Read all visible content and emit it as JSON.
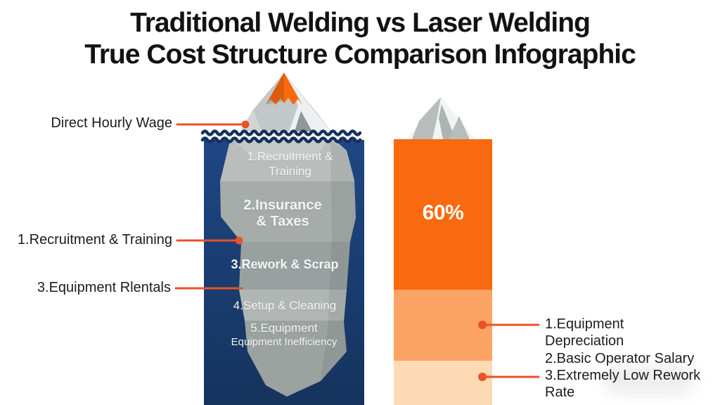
{
  "title": {
    "line1": "Traditional Welding vs Laser Welding",
    "line2": "True Cost Structure Comparison Infographic"
  },
  "iceberg": {
    "name": "traditional-welding-iceberg",
    "callouts": [
      {
        "label": "Direct Hourly Wage"
      },
      {
        "label": "1.Recruitment & Training"
      },
      {
        "label": "3.Equipment Rlentals"
      }
    ],
    "segments": [
      {
        "line1": "1.Recruitment &",
        "line2": "Training"
      },
      {
        "line1": "2.Insurance",
        "line2": "& Taxes"
      },
      {
        "line1": "3.Rework & Scrap",
        "line2": ""
      },
      {
        "line1": "4.Setup & Cleaning",
        "line2": ""
      },
      {
        "line1": "5.Equipment",
        "line2": "Equipment Inefficiency"
      }
    ]
  },
  "laser": {
    "name": "laser-welding-bar",
    "percent": "60%",
    "callouts": [
      {
        "label": "1.Equipment Depreciation"
      },
      {
        "label": "2.Basic Operator Salary"
      },
      {
        "label": "3.Extremely Low Rework Rate"
      }
    ]
  },
  "colors": {
    "accent_orange": "#f9690f",
    "orange_medium": "#fba265",
    "orange_light": "#fdd9b4",
    "water_blue_top": "#1f4784",
    "water_blue_bottom": "#15335e",
    "wave_navy": "#14305e",
    "leader_line": "#e85327",
    "iceberg_gray_1": "#b9bebc",
    "iceberg_gray_2": "#a6acaa",
    "iceberg_gray_3": "#99a1a0",
    "iceberg_gray_4": "#b0b6b4",
    "iceberg_gray_5": "#9ba29f",
    "title_text": "#121212"
  }
}
